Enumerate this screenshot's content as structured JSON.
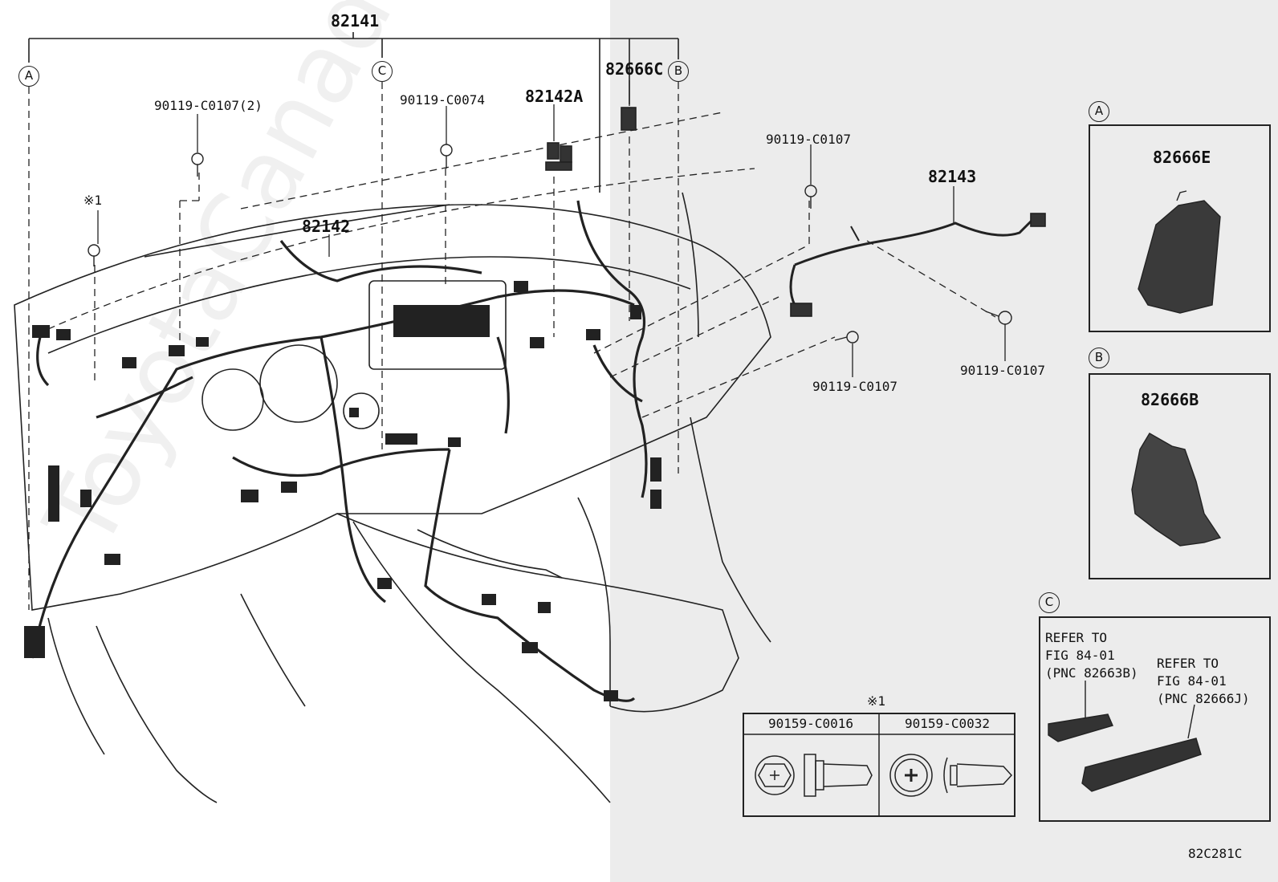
{
  "diagram": {
    "top_part": "82141",
    "watermark": "ToyotaCanada.ru",
    "figure_code": "82C281C",
    "callouts": {
      "ref_a": "A",
      "ref_b": "B",
      "ref_c": "C",
      "p_90119_c0107_2": "90119-C0107(2)",
      "p_90119_c0074": "90119-C0074",
      "p_82142a": "82142A",
      "p_82666c": "82666C",
      "p_82142": "82142",
      "note_mark": "※1",
      "p_90119_c0107_top": "90119-C0107",
      "p_82143": "82143",
      "p_90119_c0107_mid": "90119-C0107",
      "p_90119_c0107_right": "90119-C0107"
    },
    "inset_a": {
      "ref": "A",
      "part": "82666E"
    },
    "inset_b": {
      "ref": "B",
      "part": "82666B"
    },
    "inset_c": {
      "ref": "C",
      "note1": "REFER TO\nFIG 84-01\n(PNC 82663B)",
      "note2": "REFER TO\nFIG 84-01\n(PNC 82666J)"
    },
    "bolt_table": {
      "note_mark": "※1",
      "col1": "90159-C0016",
      "col2": "90159-C0032"
    },
    "colors": {
      "line": "#222222",
      "right_panel": "#ececec"
    }
  }
}
